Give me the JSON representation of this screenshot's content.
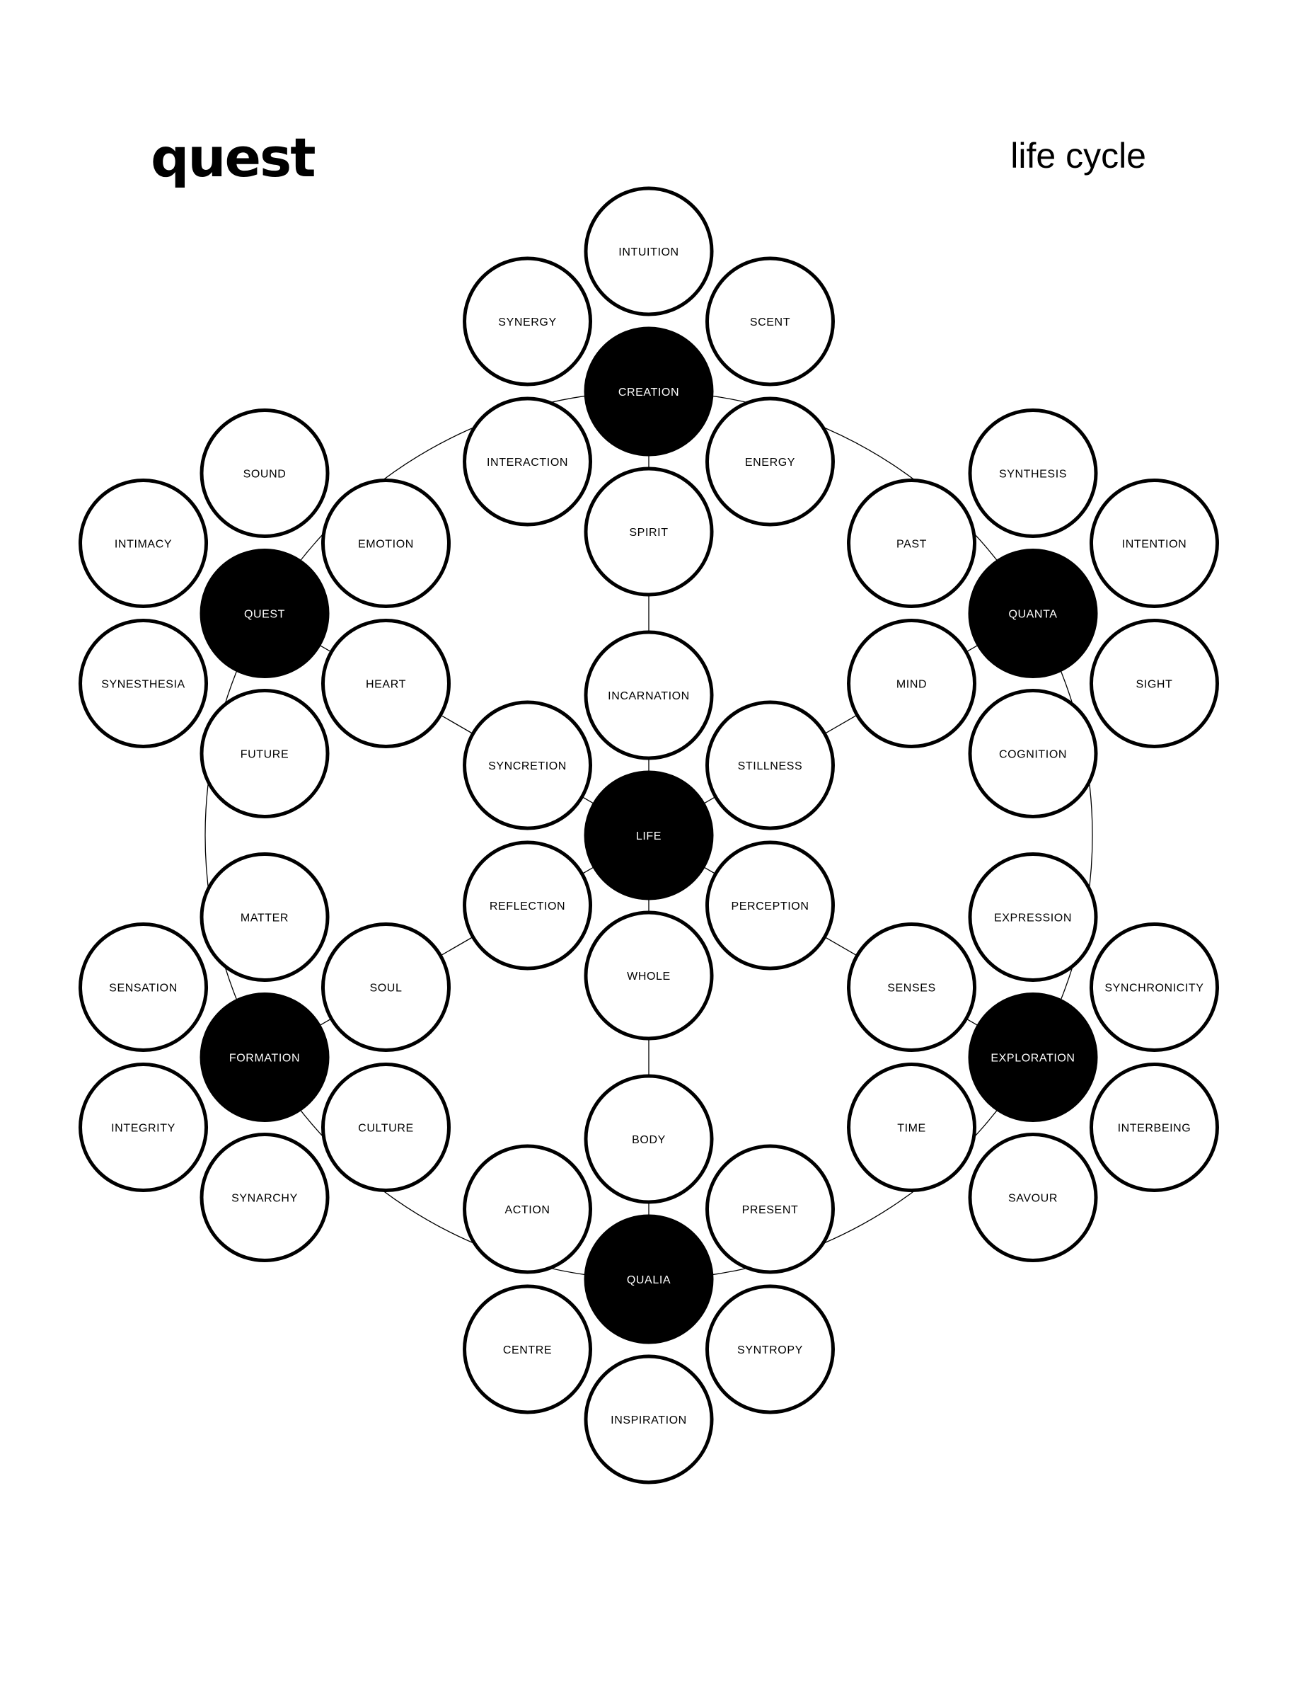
{
  "header": {
    "brand": "quest",
    "subtitle": "life cycle"
  },
  "colors": {
    "hub_fill": "#000000",
    "node_fill": "#ffffff",
    "stroke": "#000000",
    "hub_text": "#ffffff",
    "node_text": "#000000"
  },
  "diagram": {
    "flowers": [
      {
        "hub": "CREATION",
        "petals": [
          "INTUITION",
          "SCENT",
          "ENERGY",
          "SPIRIT",
          "INTERACTION",
          "SYNERGY"
        ]
      },
      {
        "hub": "QUANTA",
        "petals": [
          "SYNTHESIS",
          "INTENTION",
          "SIGHT",
          "COGNITION",
          "MIND",
          "PAST"
        ]
      },
      {
        "hub": "EXPLORATION",
        "petals": [
          "EXPRESSION",
          "SYNCHRONICITY",
          "INTERBEING",
          "SAVOUR",
          "TIME",
          "SENSES"
        ]
      },
      {
        "hub": "QUALIA",
        "petals": [
          "BODY",
          "PRESENT",
          "SYNTROPY",
          "INSPIRATION",
          "CENTRE",
          "ACTION"
        ]
      },
      {
        "hub": "FORMATION",
        "petals": [
          "MATTER",
          "SOUL",
          "CULTURE",
          "SYNARCHY",
          "INTEGRITY",
          "SENSATION"
        ]
      },
      {
        "hub": "QUEST",
        "petals": [
          "SOUND",
          "EMOTION",
          "HEART",
          "FUTURE",
          "SYNESTHESIA",
          "INTIMACY"
        ]
      },
      {
        "hub": "LIFE",
        "petals": [
          "INCARNATION",
          "STILLNESS",
          "PERCEPTION",
          "WHOLE",
          "REFLECTION",
          "SYNCRETION"
        ]
      }
    ]
  }
}
